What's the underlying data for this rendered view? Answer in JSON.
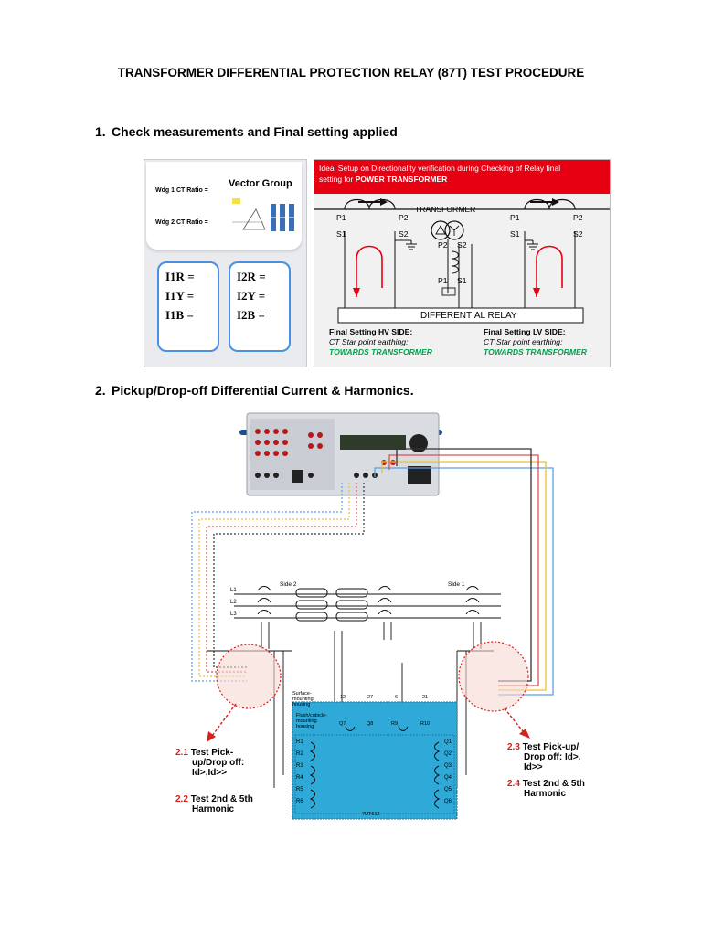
{
  "title": "TRANSFORMER DIFFERENTIAL PROTECTION RELAY (87T) TEST PROCEDURE",
  "sections": [
    {
      "num": "1.",
      "heading": "Check measurements and Final setting applied"
    },
    {
      "num": "2.",
      "heading": "Pickup/Drop-off Differential Current & Harmonics."
    }
  ],
  "left_panel": {
    "wdg1": "Wdg 1 CT Ratio =",
    "wdg2": "Wdg 2 CT Ratio =",
    "vector_group": "Vector Group",
    "box1": [
      "I1R =",
      "I1Y =",
      "I1B ="
    ],
    "box2": [
      "I2R =",
      "I2Y =",
      "I2B ="
    ]
  },
  "right_panel": {
    "banner_line1": "Ideal Setup on Directionality verification during Checking of Relay final",
    "banner_line2_prefix": "setting for ",
    "banner_line2_bold": "POWER TRANSFORMER",
    "transformer": "TRANSFORMER",
    "relay": "DIFFERENTIAL RELAY",
    "ct_labels": {
      "p1": "P1",
      "p2": "P2",
      "s1": "S1",
      "s2": "S2"
    },
    "hv_title": "Final Setting HV SIDE:",
    "lv_title": "Final Setting LV SIDE:",
    "earthing": "CT Star point earthing:",
    "towards": "TOWARDS TRANSFORMER"
  },
  "diagram": {
    "side1": "Side 1",
    "side2": "Side 2",
    "phases": [
      "L1",
      "L2",
      "L3"
    ],
    "surface": "Surface-mounting housing",
    "flush": "Flush/cubicle-mounting housing",
    "relay_model": "7UT612",
    "terms_left": [
      "R1",
      "R2",
      "R3",
      "R4",
      "R5",
      "R6"
    ],
    "terms_right": [
      "Q1",
      "Q2",
      "Q3",
      "Q4",
      "Q5",
      "Q6"
    ],
    "top_terms": [
      "Q7",
      "Q8",
      "R9",
      "R10"
    ],
    "top_nums": [
      "12",
      "27",
      "6",
      "21"
    ]
  },
  "callouts": {
    "c21": {
      "num": "2.1",
      "text": [
        "Test Pick-",
        "up/Drop off:",
        "Id>,Id>>"
      ]
    },
    "c22": {
      "num": "2.2",
      "text": [
        "Test 2nd & 5th",
        "Harmonic"
      ]
    },
    "c23": {
      "num": "2.3",
      "text": [
        "Test Pick-up/",
        "Drop off: Id>,",
        "Id>>"
      ]
    },
    "c24": {
      "num": "2.4",
      "text": [
        "Test 2nd & 5th",
        "Harmonic"
      ]
    }
  },
  "colors": {
    "red": "#e60012",
    "green": "#00a04a",
    "blue_box": "#4a90e2",
    "cyan": "#29b6e8",
    "callout_red": "#d8201c"
  }
}
